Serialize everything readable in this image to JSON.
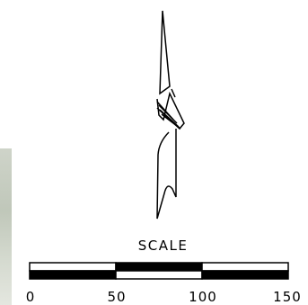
{
  "scale": {
    "title": "SCALE",
    "labels": [
      "0",
      "50",
      "100",
      "150"
    ]
  },
  "north_arrow": {
    "icon": "north-arrow-icon"
  },
  "colors": {
    "ink": "#000000",
    "background": "#ffffff",
    "map_edge": "#c4cbbd"
  }
}
